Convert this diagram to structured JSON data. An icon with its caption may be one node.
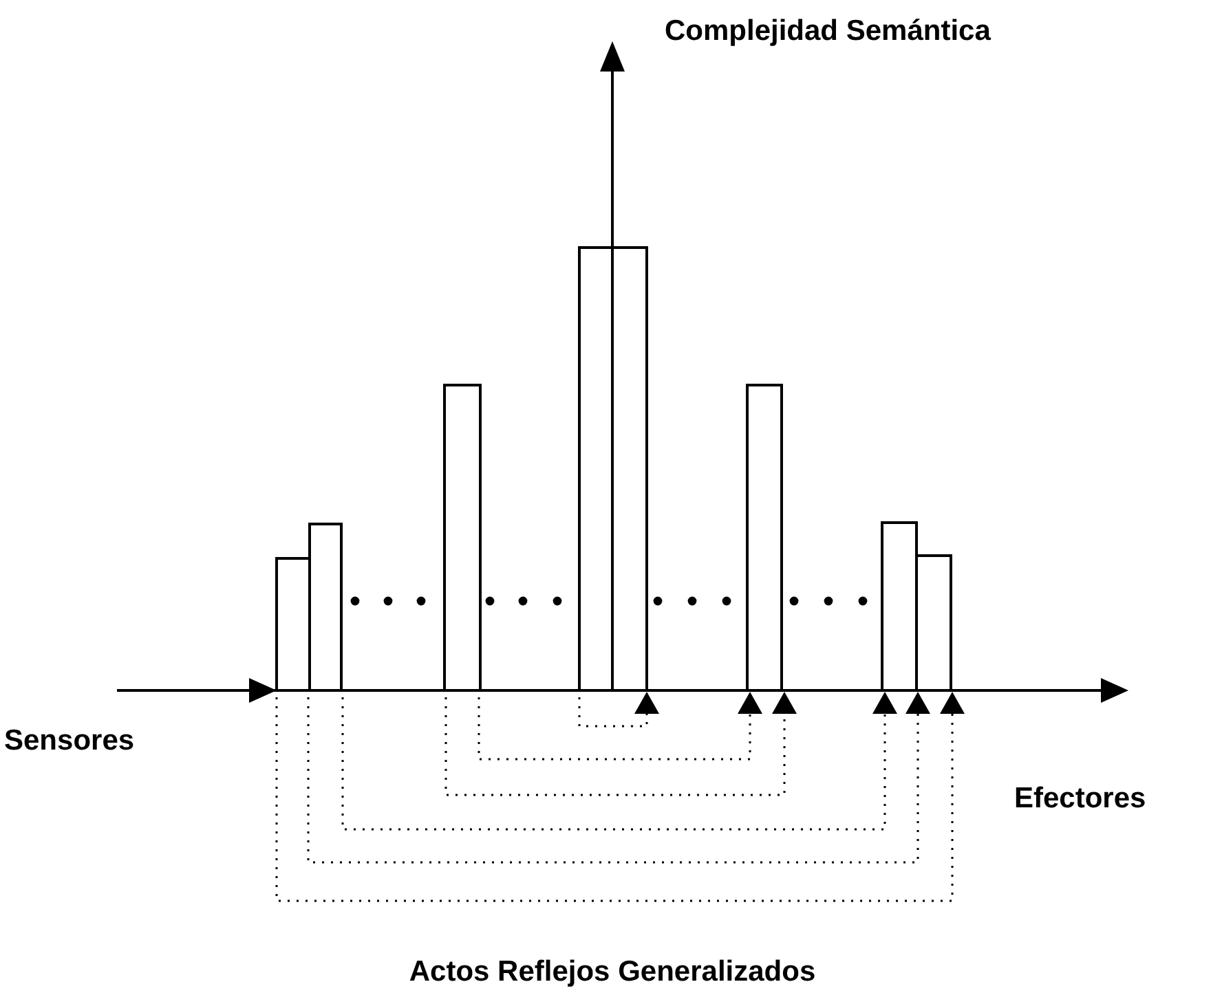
{
  "diagram": {
    "labels": [
      "Complejidad Semántica",
      "Sensores",
      "Efectores",
      "Actos Reflejos Generalizados"
    ]
  }
}
